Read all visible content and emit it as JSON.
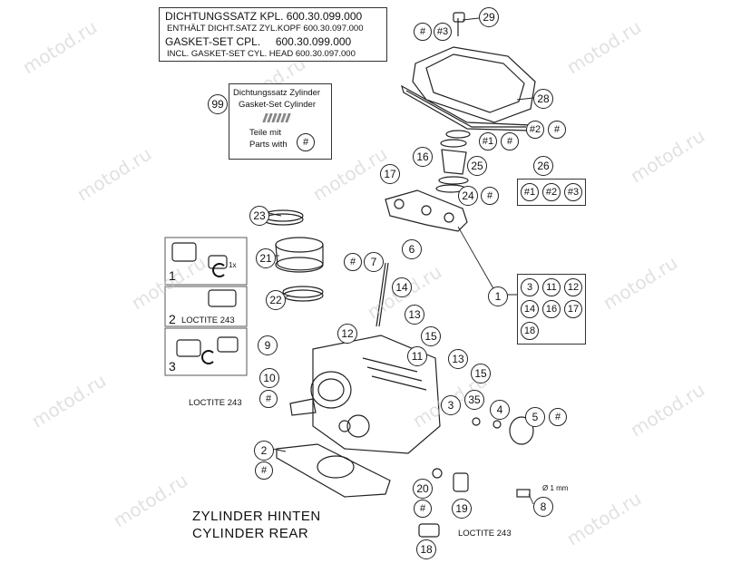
{
  "watermark": "motod.ru",
  "header_box": {
    "line1": "DICHTUNGSSATZ KPL. 600.30.099.000",
    "line2": "ENTHÄLT DICHT.SATZ ZYL.KOPF 600.30.097.000",
    "line3": "GASKET-SET CPL.     600.30.099.000",
    "line4": "INCL. GASKET-SET CYL. HEAD 600.30.097.000"
  },
  "gasket_box": {
    "ref": "99",
    "line1": "Dichtungssatz Zylinder",
    "line2": "Gasket-Set Cylinder",
    "line3": "Teile mit",
    "line4": "Parts with",
    "hash": "#"
  },
  "group_box_1": {
    "items": [
      "3",
      "11",
      "12",
      "14",
      "16",
      "17",
      "18"
    ]
  },
  "group_box_2": {
    "items": [
      "#1",
      "#2",
      "#3"
    ]
  },
  "loctite": {
    "a": "LOCTITE 243",
    "b": "LOCTITE 243",
    "c": "LOCTITE 243"
  },
  "steps": {
    "s1": "1",
    "s2": "2",
    "s3": "3",
    "s1x": "1x"
  },
  "diam_note": "Ø 1 mm",
  "footer": {
    "line1": "ZYLINDER HINTEN",
    "line2": "CYLINDER REAR"
  },
  "callouts": {
    "c29": "29",
    "h1": "#",
    "h3": "#3",
    "c28": "28",
    "c2a": "#2",
    "h2": "#",
    "c1a": "#1",
    "h4": "#",
    "c16": "16",
    "c17": "17",
    "c25": "25",
    "c26": "26",
    "c24": "24",
    "h5": "#",
    "c23": "23",
    "c6": "6",
    "h6": "#",
    "c7": "7",
    "c21": "21",
    "c14": "14",
    "c1": "1",
    "c22": "22",
    "c13": "13",
    "c12": "12",
    "c15a": "15",
    "c9": "9",
    "c11": "11",
    "c13b": "13",
    "c15b": "15",
    "c10": "10",
    "h7": "#",
    "c3": "3",
    "c35": "35",
    "c4": "4",
    "c5": "5",
    "h8": "#",
    "c2": "2",
    "h9": "#",
    "c20": "20",
    "h10": "#",
    "c19": "19",
    "c8": "8",
    "c18": "18"
  }
}
